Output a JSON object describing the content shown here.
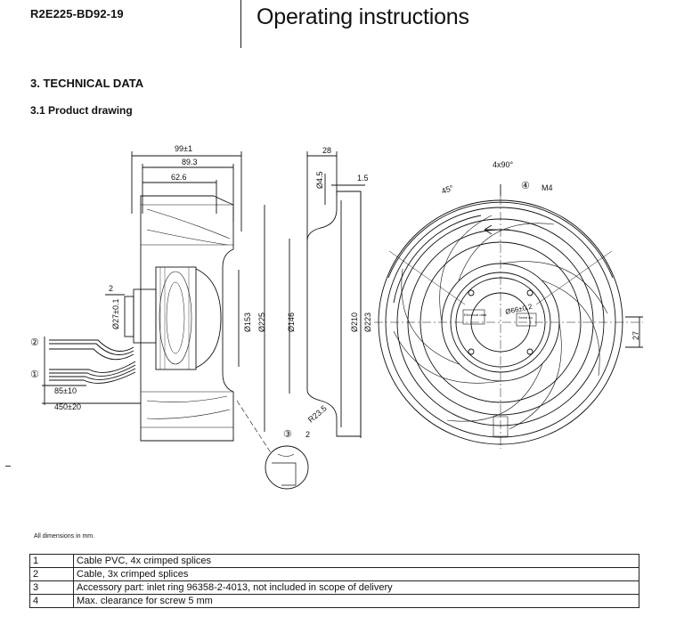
{
  "header": {
    "model": "R2E225-BD92-19",
    "title": "Operating instructions"
  },
  "section": {
    "heading": "3. TECHNICAL DATA",
    "subheading": "3.1 Product drawing"
  },
  "drawing": {
    "side_dims": {
      "d99": "99±1",
      "d893": "89.3",
      "d626": "62.6",
      "d2": "2",
      "d27": "Ø27±0.1",
      "d153": "Ø153",
      "d225": "Ø225",
      "d85": "85±10",
      "d450": "450±20",
      "m1": "①",
      "m2": "②"
    },
    "section_dims": {
      "d28": "28",
      "d45": "Ø4.5",
      "d15": "1.5",
      "d146": "Ø146",
      "d210": "Ø210",
      "d223": "Ø223",
      "r235": "R23.5",
      "m3": "③",
      "d2b": "2"
    },
    "front_dims": {
      "d4x90": "4x90°",
      "d45deg": "45°",
      "m4": "④",
      "dM4": "M4",
      "d27": "27",
      "d66": "Ø66±0.2",
      "label_a": "Electrical data",
      "label_b": "Serial no."
    }
  },
  "note": "All dimensions in mm.",
  "legend": [
    {
      "num": "1",
      "text": "Cable PVC, 4x crimped splices"
    },
    {
      "num": "2",
      "text": "Cable, 3x crimped splices"
    },
    {
      "num": "3",
      "text": "Accessory part: inlet ring 96358-2-4013, not included in scope of delivery"
    },
    {
      "num": "4",
      "text": "Max. clearance for screw 5 mm"
    }
  ]
}
